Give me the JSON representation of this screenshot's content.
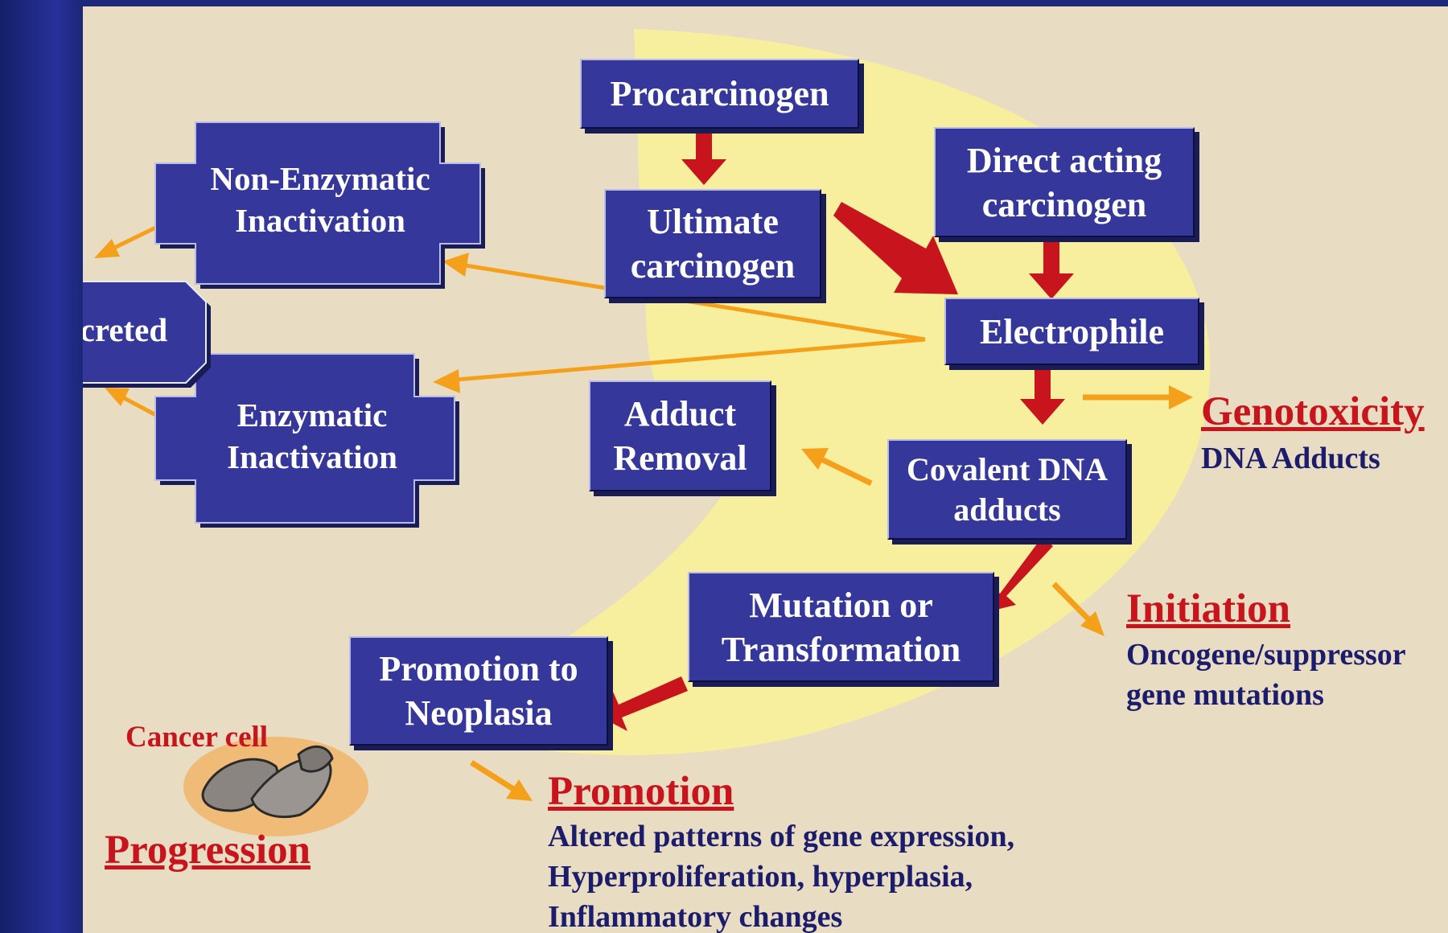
{
  "nodes": {
    "procarcinogen": "Procarcinogen",
    "ultimate_carcinogen": "Ultimate carcinogen",
    "direct_acting_carcinogen": "Direct acting carcinogen",
    "electrophile": "Electrophile",
    "non_enzymatic_inactivation": "Non-Enzymatic Inactivation",
    "enzymatic_inactivation": "Enzymatic Inactivation",
    "excreted": "Excreted",
    "adduct_removal": "Adduct Removal",
    "covalent_dna_adducts": "Covalent DNA adducts",
    "mutation_or_transformation": "Mutation or Transformation",
    "promotion_to_neoplasia": "Promotion to Neoplasia"
  },
  "stages": {
    "genotoxicity": {
      "title": "Genotoxicity",
      "detail": "DNA Adducts"
    },
    "initiation": {
      "title": "Initiation",
      "detail_line1": "Oncogene/suppressor",
      "detail_line2": "gene mutations"
    },
    "promotion": {
      "title": "Promotion",
      "detail_line1": "Altered patterns of gene expression,",
      "detail_line2": "Hyperproliferation, hyperplasia,",
      "detail_line3": "Inflammatory changes"
    },
    "progression": {
      "title": "Progression"
    }
  },
  "cancer_cell_label": "Cancer cell",
  "colors": {
    "box": "#35379a",
    "main_arrow": "#c8141c",
    "side_arrow": "#f5a01a",
    "stage_title": "#c8141c",
    "stage_detail": "#1c1c6c",
    "background": "#e8dcc2"
  }
}
